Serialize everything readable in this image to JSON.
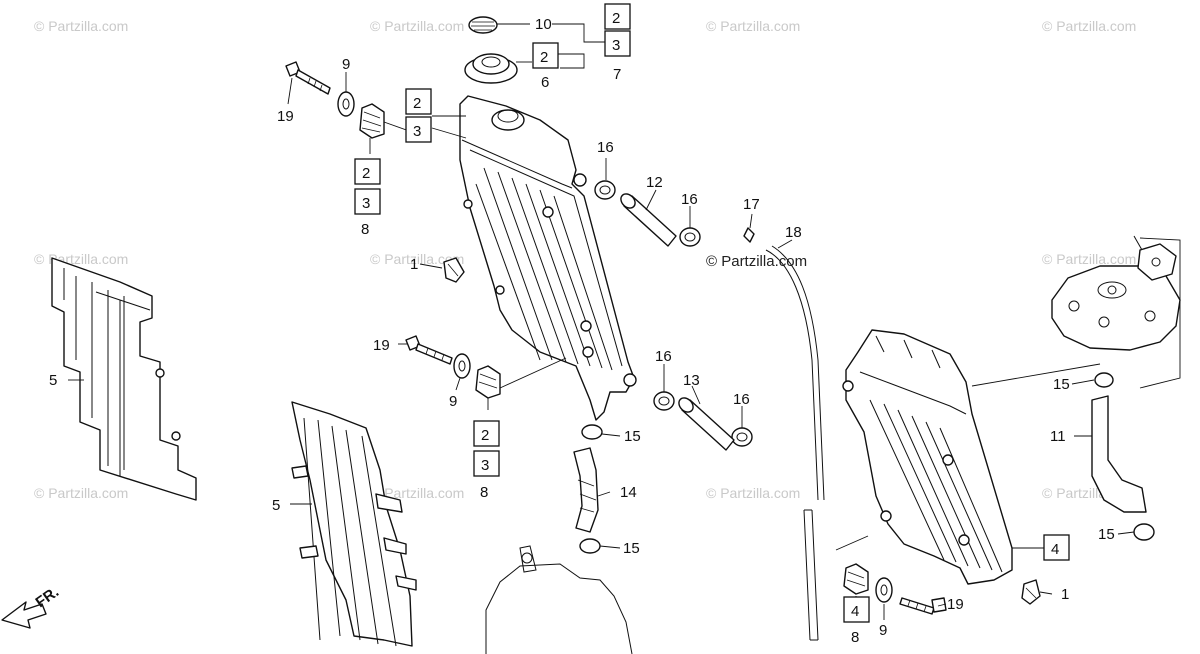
{
  "watermarks": {
    "text": "© Partzilla.com",
    "center_text": "© Partzilla.com"
  },
  "front_indicator": "FR.",
  "callouts": {
    "c1_top": "1",
    "c1_bottom": "1",
    "c2_cap": "2",
    "c2_top": "2",
    "c2_left": "2",
    "c2_mid": "2",
    "c2_right": "2",
    "c3_top": "3",
    "c3_left": "3",
    "c3_mid": "3",
    "c3_right": "3",
    "c4_left": "4",
    "c4_right": "4",
    "c5_left": "5",
    "c5_right": "5",
    "c6": "6",
    "c7": "7",
    "c8_top": "8",
    "c8_mid": "8",
    "c8_bottom": "8",
    "c9_top": "9",
    "c9_mid": "9",
    "c9_bottom": "9",
    "c10": "10",
    "c11": "11",
    "c12": "12",
    "c13": "13",
    "c14": "14",
    "c15_a": "15",
    "c15_b": "15",
    "c15_c": "15",
    "c15_d": "15",
    "c16_a": "16",
    "c16_b": "16",
    "c16_c": "16",
    "c16_d": "16",
    "c17": "17",
    "c18": "18",
    "c19_top": "19",
    "c19_mid": "19",
    "c19_bottom": "19"
  }
}
